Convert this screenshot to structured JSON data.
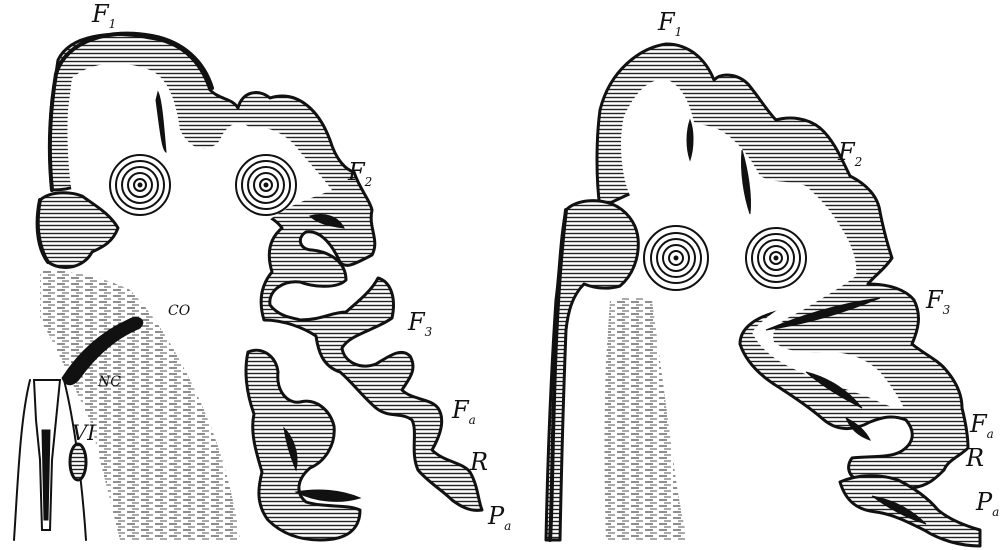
{
  "left_panel": {
    "labels": {
      "f1": {
        "base": "F",
        "sub": "1"
      },
      "f2": {
        "base": "F",
        "sub": "2"
      },
      "f3": {
        "base": "F",
        "sub": "3"
      },
      "fa": {
        "base": "F",
        "sub": "a"
      },
      "r": "R",
      "pa": {
        "base": "P",
        "sub": "a"
      },
      "co": "CO",
      "nc": "NC",
      "vi": "VI"
    }
  },
  "right_panel": {
    "labels": {
      "f1": {
        "base": "F",
        "sub": "1"
      },
      "f2": {
        "base": "F",
        "sub": "2"
      },
      "f3": {
        "base": "F",
        "sub": "3"
      },
      "fa": {
        "base": "F",
        "sub": "a"
      },
      "r": "R",
      "pa": {
        "base": "P",
        "sub": "a"
      }
    }
  },
  "icons": [
    "lesion-target-icon"
  ],
  "colors": {
    "ink": "#111111",
    "paper": "#ffffff"
  }
}
